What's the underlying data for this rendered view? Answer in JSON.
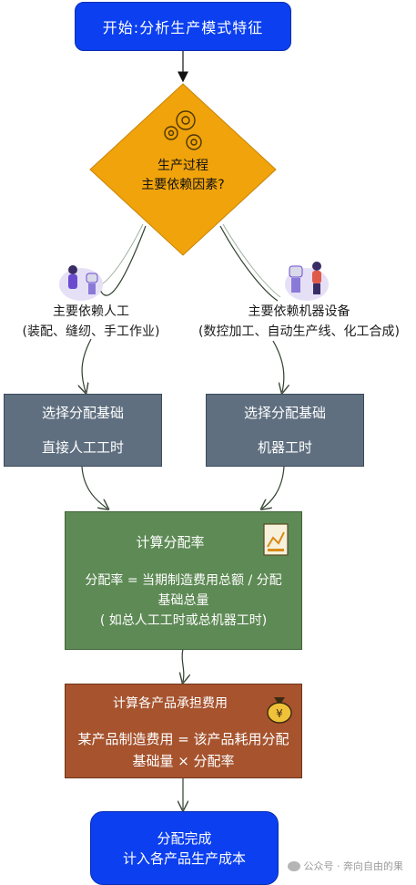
{
  "start": {
    "label": "开始:分析生产模式特征"
  },
  "decision": {
    "line1": "生产过程",
    "line2": "主要依赖因素?"
  },
  "left_branch": {
    "line1": "主要依赖人工",
    "line2": "(装配、缝纫、手工作业)"
  },
  "right_branch": {
    "line1": "主要依赖机器设备",
    "line2": "(数控加工、自动生产线、化工合成)"
  },
  "left_box": {
    "title": "选择分配基础",
    "value": "直接人工工时"
  },
  "right_box": {
    "title": "选择分配基础",
    "value": "机器工时"
  },
  "calc": {
    "title": "计算分配率",
    "line1": "分配率 = 当期制造费用总额 / 分配",
    "line2": "基础总量",
    "line3": "( 如总人工工时或总机器工时)"
  },
  "cost": {
    "title": "计算各产品承担费用",
    "line1": "某产品制造费用 = 该产品耗用分配",
    "line2": "基础量 × 分配率"
  },
  "finish": {
    "line1": "分配完成",
    "line2": "计入各产品生产成本"
  },
  "watermark": {
    "text": "公众号 · 奔向自由的果"
  },
  "colors": {
    "start_blue": "#0b3ff0",
    "decision_orange": "#f0a30a",
    "box_slate": "#5f6f80",
    "calc_green": "#5e8a55",
    "cost_brown": "#a6532e"
  }
}
